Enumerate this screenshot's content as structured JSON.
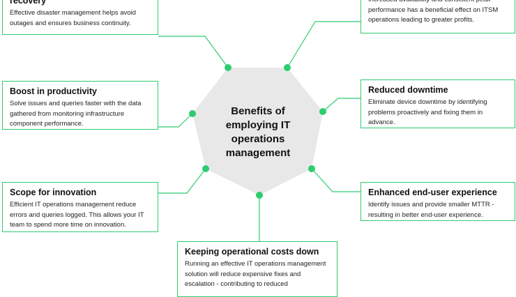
{
  "center": {
    "title": "Benefits of employing IT operations management"
  },
  "cards": {
    "recovery": {
      "title": "recovery",
      "desc": "Effective disaster management helps avoid outages and ensures business continuity."
    },
    "availability": {
      "title": "",
      "desc": "Increased availability and consistent peak performance has a beneficial effect on ITSM operations leading to greater profits."
    },
    "productivity": {
      "title": "Boost in productivity",
      "desc": "Solve issues and queries faster with the data gathered from monitoring infrastructure component performance."
    },
    "downtime": {
      "title": "Reduced downtime",
      "desc": "Eliminate device downtime by identifying problems proactively and fixing them in advance."
    },
    "innovation": {
      "title": "Scope for innovation",
      "desc": "Efficient IT operations management reduce errors and queries logged. This allows your IT team to spend more time on innovation."
    },
    "enduser": {
      "title": "Enhanced end-user experience",
      "desc": "Identify issues and provide smaller MTTR - resulting in better end-user experience."
    },
    "costs": {
      "title": "Keeping operational costs down",
      "desc": "Running an effective IT operations management solution will reduce expensive fixes and escalation - contributing to reduced"
    }
  },
  "colors": {
    "accent": "#2ecc71",
    "heptagon_fill": "#e8e8e8",
    "text": "#111111"
  }
}
